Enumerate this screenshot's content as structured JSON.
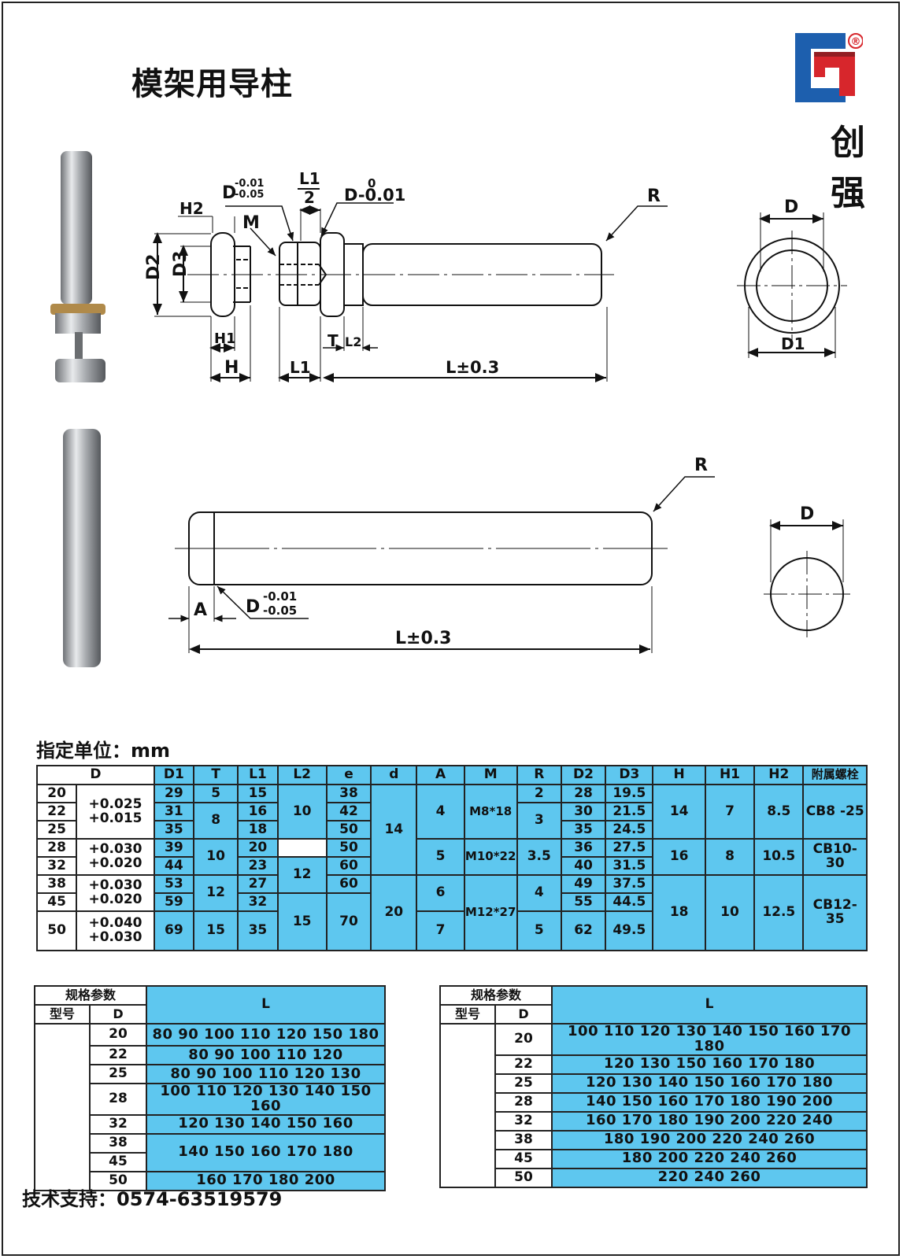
{
  "title": "模架用导柱",
  "brand": {
    "line1": "创",
    "line2": "强",
    "reg_mark": "®"
  },
  "drawing1": {
    "labels": {
      "h2": "H2",
      "m": "M",
      "d_tol_label": "D",
      "d_tol_top": "-0.01",
      "d_tol_bottom": "-0.05",
      "l1_frac_top": "L1",
      "l1_frac_bottom": "2",
      "d_zero_top": "0",
      "d_zero_label": "D-0.01",
      "r": "R",
      "d2": "D2",
      "d3": "D3",
      "h1": "H1",
      "h": "H",
      "t": "T",
      "l2": "L2",
      "l1": "L1",
      "l": "L±0.3",
      "d": "D",
      "d1": "D1"
    }
  },
  "drawing2": {
    "labels": {
      "r": "R",
      "a": "A",
      "d_label": "D",
      "d_tol_top": "-0.01",
      "d_tol_bottom": "-0.05",
      "l": "L±0.3",
      "d": "D"
    }
  },
  "unit_label": "指定单位：mm",
  "main_table": {
    "headers": [
      "D",
      "D1",
      "T",
      "L1",
      "L2",
      "e",
      "d",
      "A",
      "M",
      "R",
      "D2",
      "D3",
      "H",
      "H1",
      "H2",
      "附属螺栓"
    ],
    "d": [
      "20",
      "22",
      "25",
      "28",
      "32",
      "38",
      "45",
      "50"
    ],
    "d_tol_1": "+0.025",
    "d_tol_1b": "+0.015",
    "d_tol_2": "+0.030",
    "d_tol_2b": "+0.020",
    "d_tol_3": "+0.030",
    "d_tol_3b": "+0.020",
    "d_tol_4": "+0.040",
    "d_tol_4b": "+0.030",
    "d1": [
      "29",
      "31",
      "35",
      "39",
      "44",
      "53",
      "59",
      "69"
    ],
    "t": [
      "5",
      "8",
      "10",
      "12",
      "15"
    ],
    "l1": [
      "15",
      "16",
      "18",
      "20",
      "23",
      "27",
      "32",
      "35"
    ],
    "l2": [
      "10",
      "12",
      "15"
    ],
    "e": [
      "38",
      "42",
      "50",
      "50",
      "60",
      "60",
      "70"
    ],
    "dd": [
      "14",
      "20"
    ],
    "a": [
      "4",
      "5",
      "6",
      "7"
    ],
    "m": [
      "M8*18",
      "M10*22",
      "M12*27"
    ],
    "r": [
      "2",
      "3",
      "3.5",
      "4",
      "5"
    ],
    "d2": [
      "28",
      "30",
      "35",
      "36",
      "40",
      "49",
      "55",
      "62"
    ],
    "d3": [
      "19.5",
      "21.5",
      "24.5",
      "27.5",
      "31.5",
      "37.5",
      "44.5",
      "49.5"
    ],
    "h": [
      "14",
      "16",
      "18"
    ],
    "h1": [
      "7",
      "8",
      "10"
    ],
    "h2": [
      "8.5",
      "10.5",
      "12.5"
    ],
    "bolt": [
      "CB8 -25",
      "CB10-30",
      "CB12-35"
    ]
  },
  "spec_left": {
    "head": "规格参数",
    "model": "型号",
    "d": "D",
    "l": "L",
    "rows": [
      {
        "d": "20",
        "l": "80 90 100 110 120 150 180"
      },
      {
        "d": "22",
        "l": "80 90 100 110 120"
      },
      {
        "d": "25",
        "l": "80 90 100 110 120 130"
      },
      {
        "d": "28",
        "l": "100 110 120 130 140 150 160"
      },
      {
        "d": "32",
        "l": "120 130 140 150 160"
      },
      {
        "d": "38",
        "l": "140 150 160 170 180"
      },
      {
        "d": "45",
        "l": ""
      },
      {
        "d": "50",
        "l": "160 170 180 200"
      }
    ]
  },
  "spec_right": {
    "head": "规格参数",
    "model": "型号",
    "d": "D",
    "l": "L",
    "rows": [
      {
        "d": "20",
        "l": "100 110 120 130 140 150 160 170 180"
      },
      {
        "d": "22",
        "l": "120 130 150 160 170 180"
      },
      {
        "d": "25",
        "l": "120 130 140 150 160 170 180"
      },
      {
        "d": "28",
        "l": "140 150 160 170 180 190 200"
      },
      {
        "d": "32",
        "l": "160 170 180 190 200 220 240"
      },
      {
        "d": "38",
        "l": "180 190 200 220 240 260"
      },
      {
        "d": "45",
        "l": "180 200 220 240 260"
      },
      {
        "d": "50",
        "l": "220 240 260"
      }
    ]
  },
  "footer": "技术支持：0574-63519579",
  "colors": {
    "table_blue": "#5ec7ef",
    "logo_blue": "#1d5fae",
    "logo_red": "#d7262c"
  }
}
